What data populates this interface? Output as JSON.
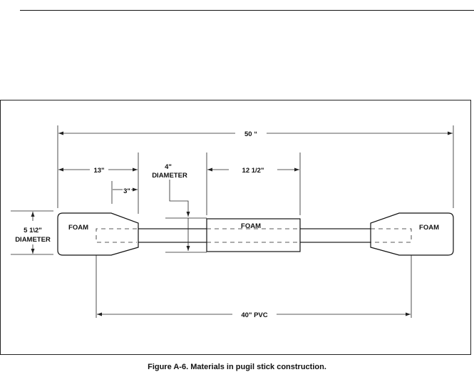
{
  "labels": {
    "overall_length": "50 “",
    "handle_length": "13\"",
    "taper_length": "3\"",
    "center_diameter_value": "4\"",
    "center_diameter_word": "DIAMETER",
    "center_length": "12 1/2\"",
    "end_diameter_value": "5 1\\2\"",
    "end_diameter_word": "DIAMETER",
    "foam_left": "FOAM",
    "foam_center": "FOAM",
    "foam_right": "FOAM",
    "pvc_length": "40\" PVC"
  },
  "caption": "Figure A-6.  Materials in pugil stick construction."
}
